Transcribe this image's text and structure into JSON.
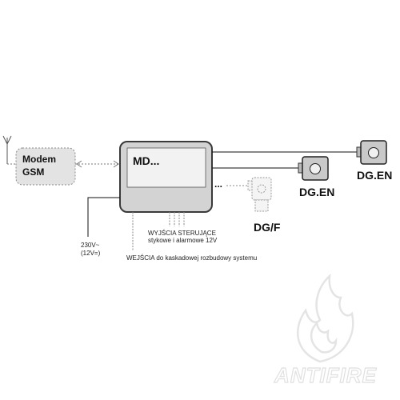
{
  "modem": {
    "line1": "Modem",
    "line2": "GSM"
  },
  "controller": {
    "label": "MD..."
  },
  "dots": "...",
  "detectors": {
    "dg_en_1": "DG.EN",
    "dg_en_2": "DG.EN",
    "dg_f": "DG/F"
  },
  "annotations": {
    "outputs_line1": "WYJŚCIA STERUJĄCE",
    "outputs_line2": "stykowe i alarmowe 12V",
    "inputs": "WEJŚCIA do kaskadowej rozbudowy systemu",
    "power_line1": "230V~",
    "power_line2": "(12V=)"
  },
  "watermark": "ANTIFIRE",
  "colors": {
    "box_fill": "#d3d3d3",
    "box_stroke": "#3a3a3a",
    "watermark": "#e6e6e6"
  }
}
